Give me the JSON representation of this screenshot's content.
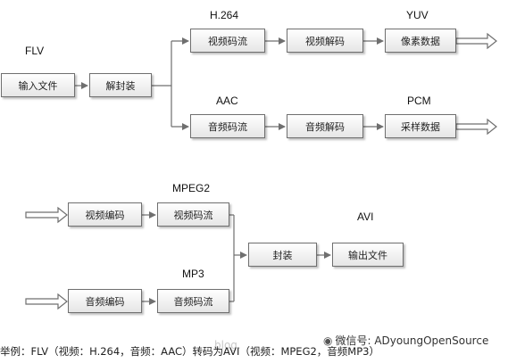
{
  "diagram": {
    "decode": {
      "input_label": "FLV",
      "nodes": {
        "input_file": "输入文件",
        "demux": "解封装",
        "video_stream": "视频码流",
        "video_decode": "视频解码",
        "pixel_data": "像素数据",
        "audio_stream": "音频码流",
        "audio_decode": "音频解码",
        "sample_data": "采样数据"
      },
      "labels": {
        "h264": "H.264",
        "yuv": "YUV",
        "aac": "AAC",
        "pcm": "PCM"
      }
    },
    "encode": {
      "nodes": {
        "video_encode": "视频编码",
        "video_stream": "视频码流",
        "audio_encode": "音频编码",
        "audio_stream": "音频码流",
        "mux": "封装",
        "output_file": "输出文件"
      },
      "labels": {
        "mpeg2": "MPEG2",
        "mp3": "MP3",
        "avi": "AVI"
      }
    }
  },
  "caption": "举例：FLV（视频：H.264，音频：AAC）转码为AVI（视频：MPEG2，音频MP3）",
  "watermark": {
    "wechat_text": "微信号: ADyoungOpenSource",
    "blog_text": "blog."
  },
  "colors": {
    "box_border": "#6f6f6f",
    "line": "#6f6f6f"
  }
}
